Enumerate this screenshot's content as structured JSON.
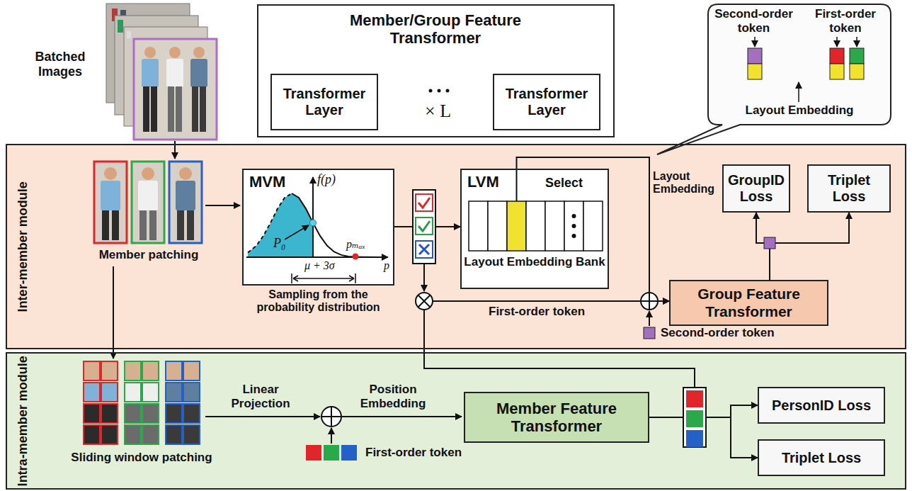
{
  "diagram": {
    "nodes": [
      {
        "text": [
          "Member/Group Feature Transformer"
        ]
      },
      {
        "text": [
          "Transformer Layer"
        ],
        "in": 0
      },
      {
        "text": [
          "Transformer Layer"
        ],
        "in": 0
      },
      {
        "text": [
          "Second-order token",
          "First-order token",
          "Layout Embedding"
        ]
      },
      {
        "text": [
          "Inter-member module"
        ]
      },
      {
        "text": [
          "MVM",
          "Sampling from the probability distribution"
        ],
        "in": 4
      },
      {
        "text": [
          "LVM",
          "Select",
          "Layout Embedding Bank"
        ],
        "in": 4
      },
      {
        "text": [
          "GroupID Loss"
        ],
        "in": 4
      },
      {
        "text": [
          "Triplet Loss"
        ],
        "in": 4
      },
      {
        "text": [
          "Group Feature Transformer"
        ],
        "in": 4
      },
      {
        "text": [
          "Intra-member module"
        ]
      },
      {
        "text": [
          "Member Feature Transformer"
        ],
        "in": 10
      },
      {
        "text": [
          "PersonID Loss"
        ],
        "in": 10
      },
      {
        "text": [
          "Triplet Loss"
        ],
        "in": 10
      }
    ],
    "edges": [
      {
        "from": 5,
        "to": 6,
        "arrow": "to"
      },
      {
        "from": 6,
        "to": 9,
        "arrow": "to",
        "label": "Layout Embedding"
      },
      {
        "from": 9,
        "to": 7,
        "arrow": "to"
      },
      {
        "from": 9,
        "to": 8,
        "arrow": "to"
      },
      {
        "from": 11,
        "to": 9,
        "arrow": "to",
        "label": "First-order token"
      },
      {
        "from": 11,
        "to": 12,
        "arrow": "to"
      },
      {
        "from": 11,
        "to": 13,
        "arrow": "to"
      }
    ],
    "labels": [
      "Batched Images",
      "× L",
      "Member patching",
      "f(p)",
      "P₀",
      "pₘₐₓ",
      "μ + 3σ",
      "p",
      "Second-order token",
      "Sliding window patching",
      "Linear Projection",
      "Position Embedding",
      "First-order token"
    ]
  }
}
